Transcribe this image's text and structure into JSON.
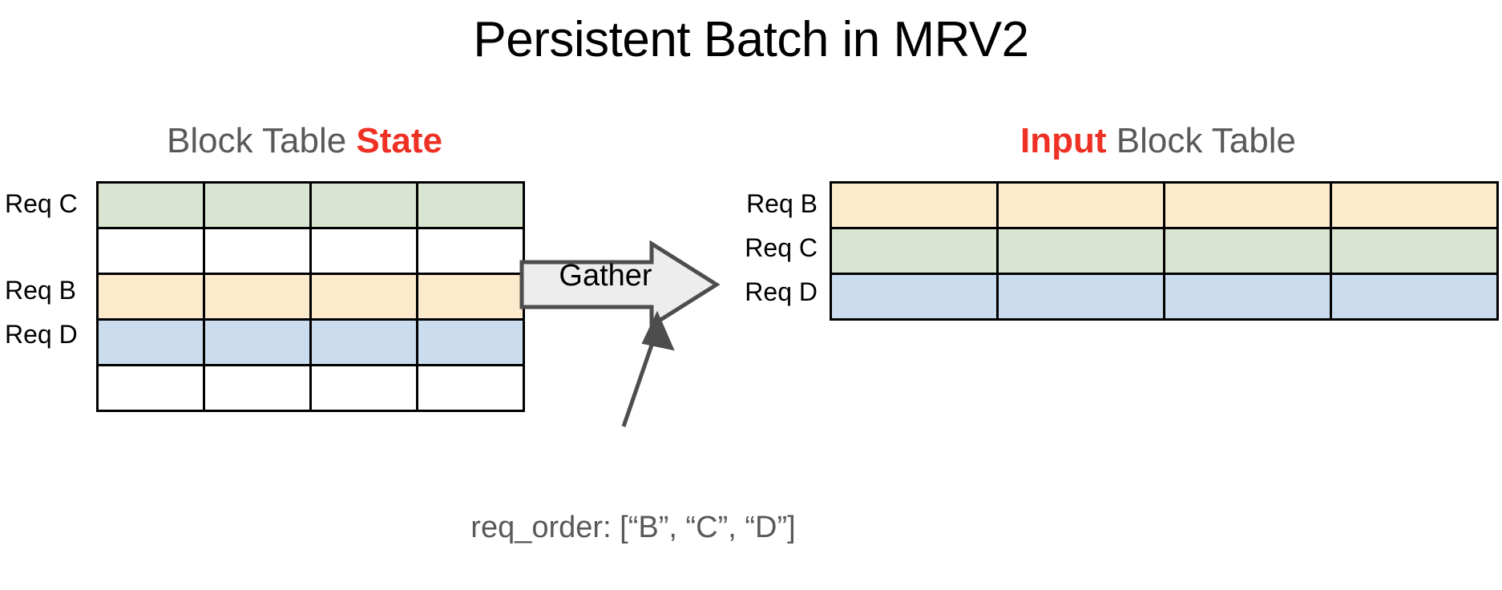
{
  "slide": {
    "title": "Persistent Batch in MRV2",
    "background_color": "#FFFFFF"
  },
  "colors": {
    "accent_red": "#EE3124",
    "heading_gray": "#595959",
    "req_b_yellow": "#FBEACB",
    "req_c_green": "#D9E5D0",
    "req_d_blue": "#CBDCEE",
    "empty_white": "#FFFFFF",
    "grid_black": "#000000",
    "arrow_fill": "#EDEDED",
    "arrow_stroke": "#4D4D4D"
  },
  "left_panel": {
    "heading_prefix": "Block Table ",
    "heading_accent": "State",
    "row_labels": [
      {
        "text": "Req C",
        "row_index": 0
      },
      {
        "text": "Req B",
        "row_index": 2
      },
      {
        "text": "Req D",
        "row_index": 3
      }
    ],
    "table": {
      "columns": 4,
      "rows": [
        {
          "request": "Req C",
          "fill": "c-green",
          "cells": [
            "",
            "",
            "",
            ""
          ]
        },
        {
          "request": "",
          "fill": "c-white",
          "cells": [
            "",
            "",
            "",
            ""
          ]
        },
        {
          "request": "Req B",
          "fill": "c-yellow",
          "cells": [
            "",
            "",
            "",
            ""
          ]
        },
        {
          "request": "Req D",
          "fill": "c-blue",
          "cells": [
            "",
            "",
            "",
            ""
          ]
        },
        {
          "request": "",
          "fill": "c-white",
          "cells": [
            "",
            "",
            "",
            ""
          ]
        }
      ]
    }
  },
  "right_panel": {
    "heading_accent": "Input",
    "heading_suffix": " Block Table",
    "table": {
      "columns": 4,
      "rows": [
        {
          "request": "Req B",
          "fill": "c-yellow",
          "cells": [
            "",
            "",
            "",
            ""
          ]
        },
        {
          "request": "Req C",
          "fill": "c-green",
          "cells": [
            "",
            "",
            "",
            ""
          ]
        },
        {
          "request": "Req D",
          "fill": "c-blue",
          "cells": [
            "",
            "",
            "",
            ""
          ]
        }
      ]
    }
  },
  "operation": {
    "label": "Gather"
  },
  "caption": {
    "text": "req_order: [“B”, “C”, “D”]"
  }
}
